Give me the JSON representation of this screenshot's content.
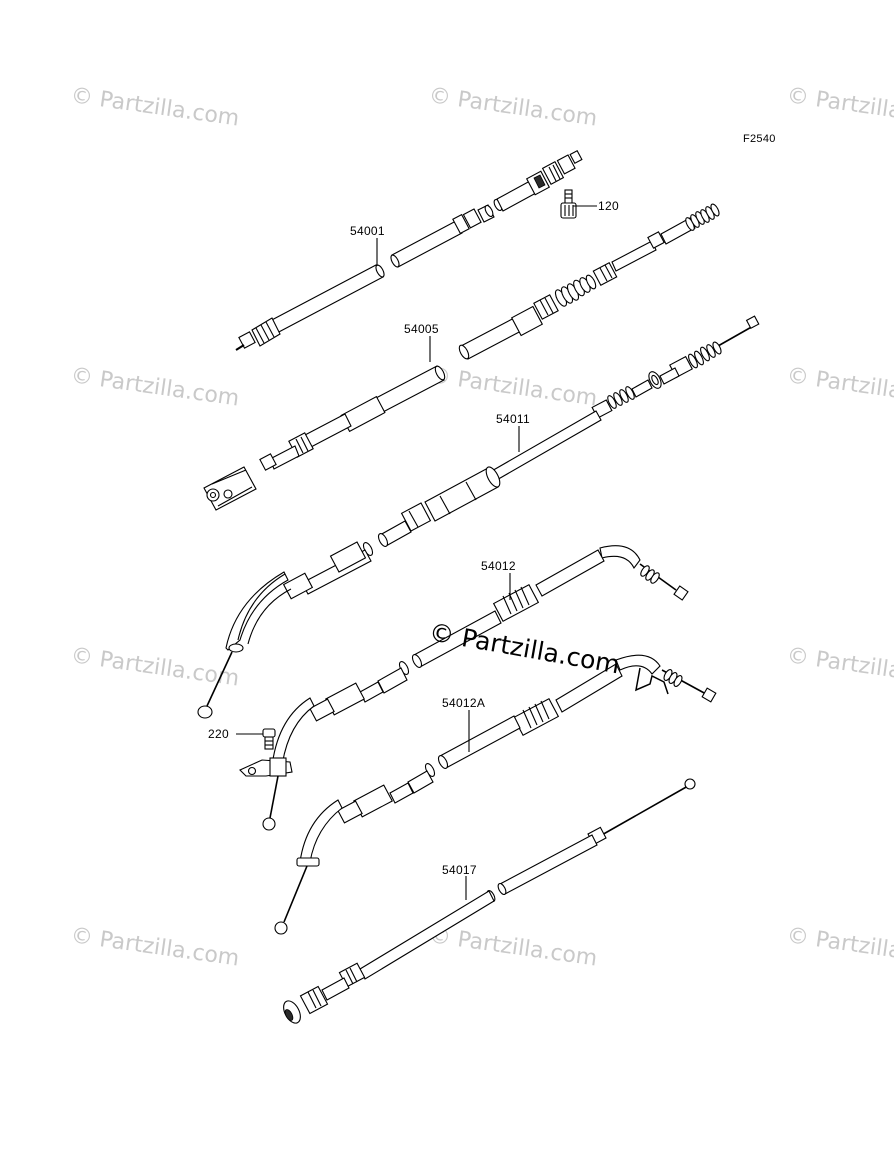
{
  "figure_code": "F2540",
  "parts": {
    "p54001": "54001",
    "p120": "120",
    "p54005": "54005",
    "p54011": "54011",
    "p54012": "54012",
    "p220": "220",
    "p54012A": "54012A",
    "p54017": "54017"
  },
  "watermarks": {
    "faint": "© Partzilla.com",
    "center": "© Partzilla.com"
  }
}
